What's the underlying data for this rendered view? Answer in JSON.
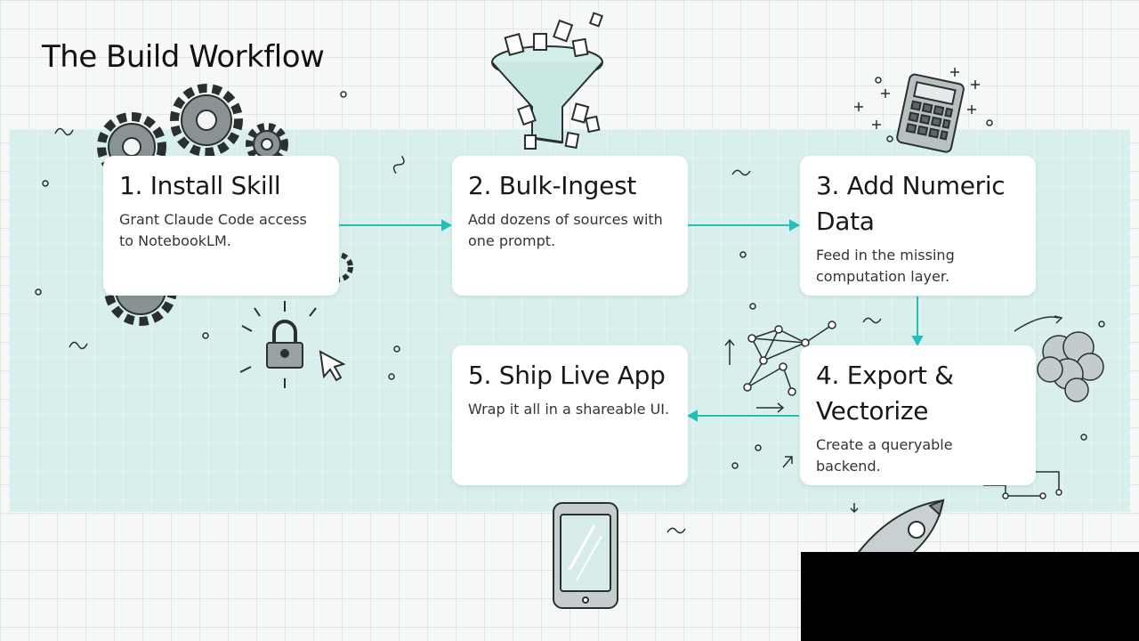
{
  "title": "The Build Workflow",
  "accent_color": "#22c0b8",
  "steps": [
    {
      "title": "1. Install Skill",
      "desc": "Grant Claude Code access to NotebookLM.",
      "icon": "gears-icon"
    },
    {
      "title": "2. Bulk-Ingest",
      "desc": "Add dozens of sources with one prompt.",
      "icon": "funnel-icon"
    },
    {
      "title": "3. Add Numeric Data",
      "desc": "Feed in the missing computation layer.",
      "icon": "calculator-icon"
    },
    {
      "title": "4. Export & Vectorize",
      "desc": "Create a queryable backend.",
      "icon": "network-graph-icon"
    },
    {
      "title": "5. Ship Live App",
      "desc": "Wrap it all in a shareable UI.",
      "icon": "smartphone-icon"
    }
  ]
}
